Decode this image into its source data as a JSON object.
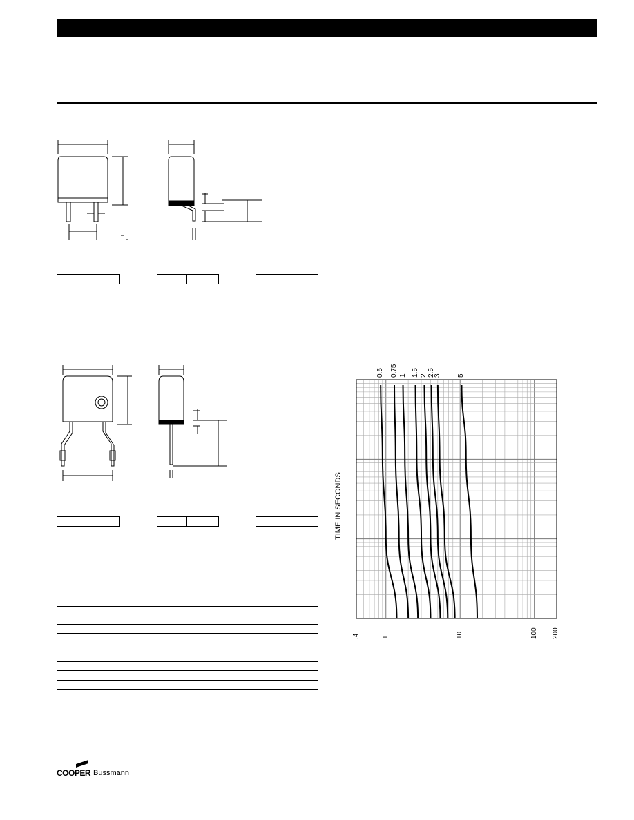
{
  "brand": {
    "name_bold": "COOPER",
    "name_regular": "Bussmann"
  },
  "chart_data": {
    "type": "line",
    "ylabel": "TIME IN SECONDS",
    "x_scale": "log",
    "x_ticks": [
      ".4",
      "1",
      "10",
      "100",
      "200"
    ],
    "x_tick_values": [
      0.4,
      1,
      10,
      100,
      200
    ],
    "xlim": [
      0.4,
      200
    ],
    "grid": true,
    "series": [
      {
        "name": "0.5",
        "x": [
          1.4,
          1.0,
          0.9,
          0.85
        ],
        "rel_time": [
          0,
          0.35,
          0.7,
          1
        ]
      },
      {
        "name": "0.75",
        "x": [
          2.0,
          1.5,
          1.35,
          1.3
        ],
        "rel_time": [
          0,
          0.35,
          0.7,
          1
        ]
      },
      {
        "name": "1",
        "x": [
          2.7,
          2.0,
          1.8,
          1.7
        ],
        "rel_time": [
          0,
          0.35,
          0.7,
          1
        ]
      },
      {
        "name": "1.5",
        "x": [
          4.0,
          3.0,
          2.6,
          2.5
        ],
        "rel_time": [
          0,
          0.35,
          0.7,
          1
        ]
      },
      {
        "name": "2",
        "x": [
          5.4,
          4.0,
          3.5,
          3.3
        ],
        "rel_time": [
          0,
          0.35,
          0.7,
          1
        ]
      },
      {
        "name": "2.5",
        "x": [
          6.8,
          5.0,
          4.3,
          4.1
        ],
        "rel_time": [
          0,
          0.35,
          0.7,
          1
        ]
      },
      {
        "name": "3",
        "x": [
          8.5,
          6.2,
          5.3,
          5.0
        ],
        "rel_time": [
          0,
          0.35,
          0.7,
          1
        ]
      },
      {
        "name": "5",
        "x": [
          17.0,
          14.0,
          12.0,
          10.5
        ],
        "rel_time": [
          0,
          0.35,
          0.7,
          1
        ]
      }
    ]
  }
}
